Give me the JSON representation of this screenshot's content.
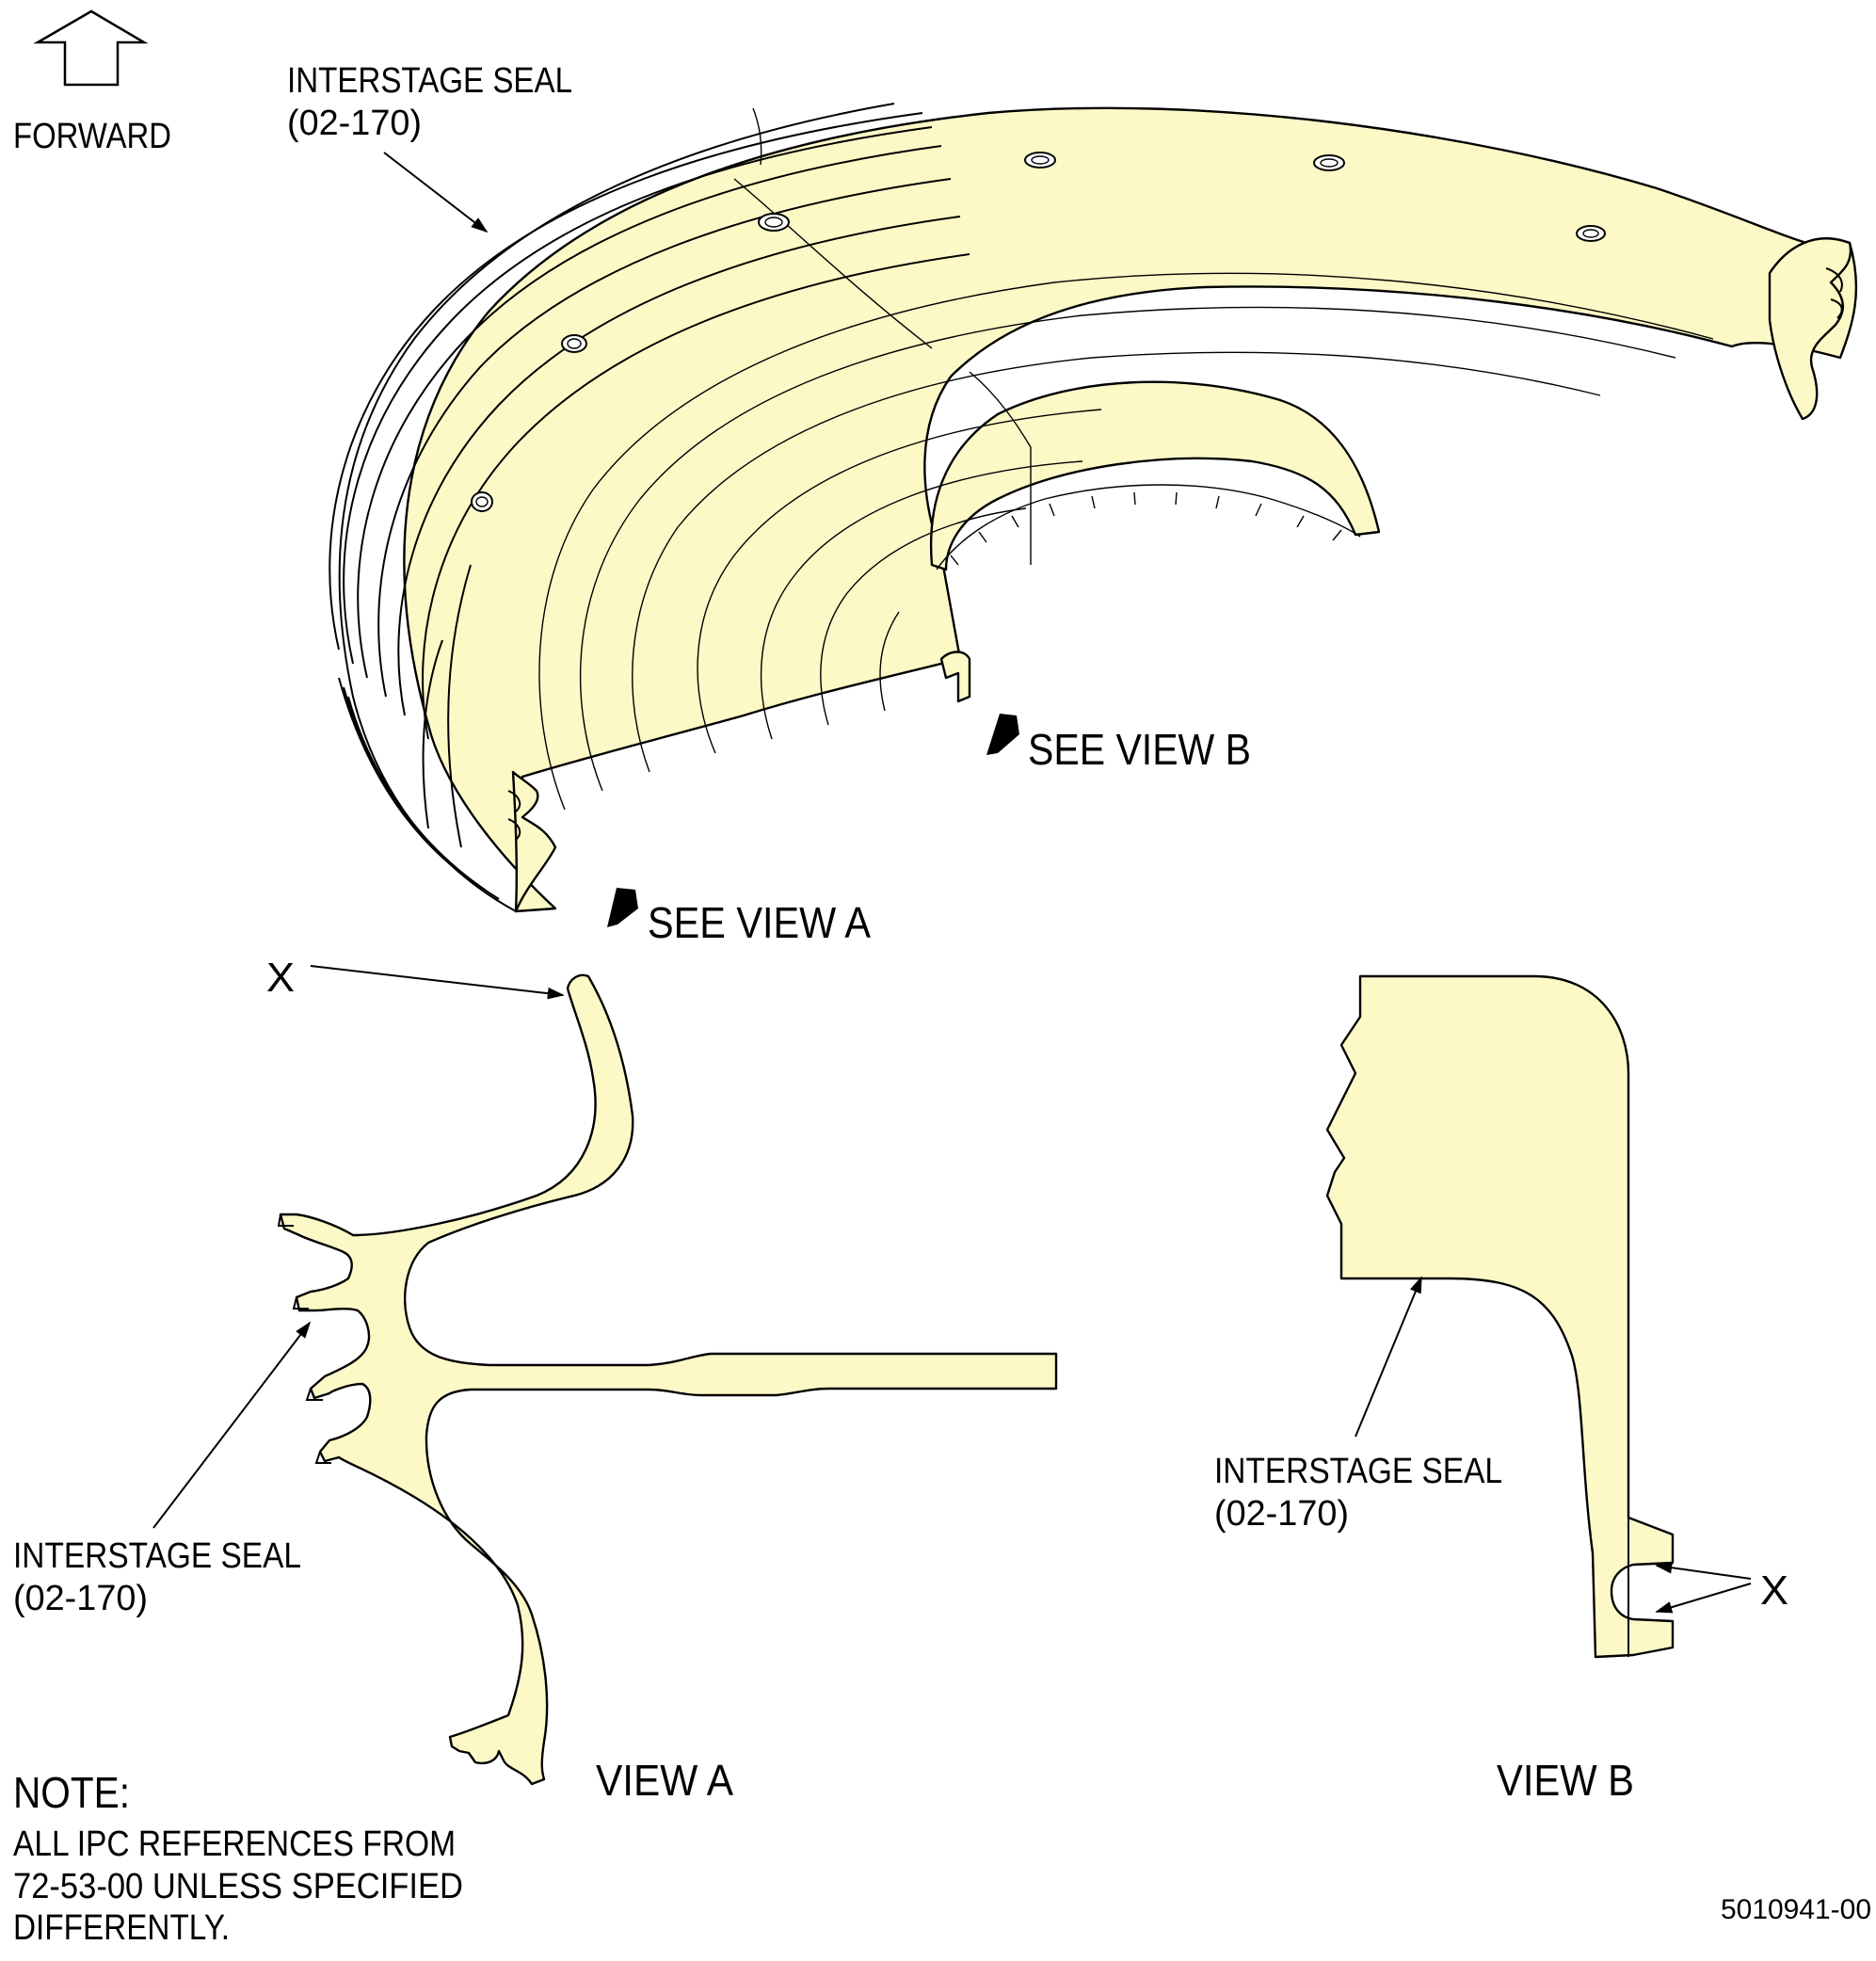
{
  "forward_label": "FORWARD",
  "iso_view": {
    "callout_line1": "INTERSTAGE SEAL",
    "callout_line2": "(02-170)",
    "see_view_b": "SEE VIEW B",
    "see_view_a": "SEE VIEW A"
  },
  "view_a": {
    "x_label": "X",
    "callout_line1": "INTERSTAGE SEAL",
    "callout_line2": "(02-170)",
    "title": "VIEW A"
  },
  "view_b": {
    "callout_line1": "INTERSTAGE SEAL",
    "callout_line2": "(02-170)",
    "x_label": "X",
    "title": "VIEW B"
  },
  "note": {
    "heading": "NOTE:",
    "line1": "ALL IPC REFERENCES FROM",
    "line2": "72-53-00 UNLESS SPECIFIED",
    "line3": "DIFFERENTLY."
  },
  "figure_id": "5010941-00",
  "colors": {
    "part_fill": "#fdf9c6",
    "line": "#000000"
  }
}
